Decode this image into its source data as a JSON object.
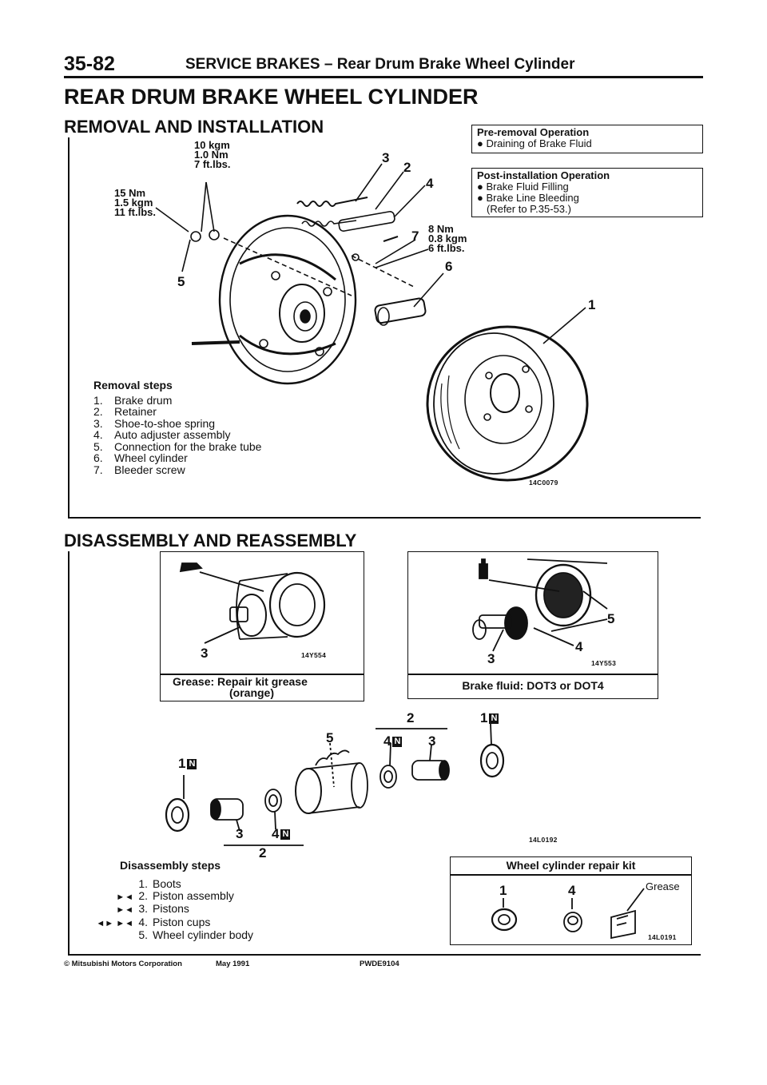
{
  "header": {
    "page_number": "35-82",
    "section_title": "SERVICE BRAKES – Rear Drum Brake Wheel Cylinder"
  },
  "title": "REAR DRUM BRAKE WHEEL CYLINDER",
  "removal": {
    "heading": "REMOVAL AND INSTALLATION",
    "torque_a": [
      "10 kgm",
      "1.0 Nm",
      "7 ft.lbs."
    ],
    "torque_b": [
      "15 Nm",
      "1.5 kgm",
      "11 ft.lbs."
    ],
    "torque_c": [
      "8 Nm",
      "0.8 kgm",
      "6 ft.lbs."
    ],
    "callouts": [
      "1",
      "2",
      "3",
      "4",
      "5",
      "6",
      "7"
    ],
    "pre_removal": {
      "title": "Pre-removal Operation",
      "items": [
        "Draining of Brake Fluid"
      ]
    },
    "post_installation": {
      "title": "Post-installation Operation",
      "items": [
        "Brake Fluid Filling",
        "Brake Line Bleeding",
        "(Refer to P.35-53.)"
      ]
    },
    "steps_title": "Removal steps",
    "steps": [
      {
        "n": "1.",
        "text": "Brake drum"
      },
      {
        "n": "2.",
        "text": "Retainer"
      },
      {
        "n": "3.",
        "text": "Shoe-to-shoe spring"
      },
      {
        "n": "4.",
        "text": "Auto adjuster assembly"
      },
      {
        "n": "5.",
        "text": "Connection for the brake tube"
      },
      {
        "n": "6.",
        "text": "Wheel cylinder"
      },
      {
        "n": "7.",
        "text": "Bleeder screw"
      }
    ],
    "figure_code": "14C0079"
  },
  "disassembly": {
    "heading": "DISASSEMBLY AND REASSEMBLY",
    "fig_left": {
      "code": "14Y554",
      "callout": "3",
      "caption_1": "Grease:  Repair kit grease",
      "caption_2": "(orange)"
    },
    "fig_right": {
      "code": "14Y553",
      "callouts": [
        "5",
        "4",
        "3"
      ],
      "caption": "Brake fluid: DOT3 or DOT4"
    },
    "exploded": {
      "code": "14L0192",
      "callouts": [
        "1",
        "3",
        "4",
        "2",
        "5",
        "4",
        "3",
        "2",
        "1"
      ],
      "n_mark": "N"
    },
    "steps_title": "Disassembly steps",
    "steps": [
      {
        "mark": "",
        "n": "1.",
        "text": "Boots"
      },
      {
        "mark": "►◄",
        "n": "2.",
        "text": "Piston assembly"
      },
      {
        "mark": "►◄",
        "n": "3.",
        "text": "Pistons"
      },
      {
        "mark": "◄► ►◄",
        "n": "4.",
        "text": "Piston cups"
      },
      {
        "mark": "",
        "n": "5.",
        "text": "Wheel cylinder body"
      }
    ],
    "kit": {
      "title": "Wheel cylinder repair kit",
      "callouts": [
        "1",
        "4"
      ],
      "grease": "Grease",
      "code": "14L0191"
    }
  },
  "footer": {
    "copyright": "© Mitsubishi Motors Corporation",
    "date": "May 1991",
    "doc_code": "PWDE9104"
  }
}
